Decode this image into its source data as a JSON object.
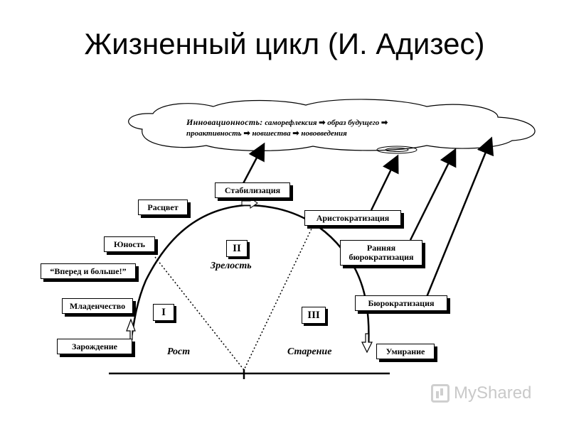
{
  "title": "Жизненный цикл (И. Адизес)",
  "cloud": {
    "heading": "Инновационность:",
    "line1_items": [
      "саморефлексия",
      "образ будущего"
    ],
    "line2_items": [
      "проактивность",
      "новшества",
      "нововведения"
    ],
    "arrow_glyph": "➡"
  },
  "stages_left": [
    {
      "id": "birth",
      "label": "Зарождение"
    },
    {
      "id": "infancy",
      "label": "Младенчество"
    },
    {
      "id": "go-go",
      "label": "“Вперед и больше!”"
    },
    {
      "id": "youth",
      "label": "Юность"
    },
    {
      "id": "prime",
      "label": "Расцвет"
    }
  ],
  "stage_top": {
    "id": "stability",
    "label": "Стабилизация"
  },
  "stages_right": [
    {
      "id": "aristocracy",
      "label": "Аристократизация"
    },
    {
      "id": "early-bureaucracy",
      "label": "Ранняя бюрократизация"
    },
    {
      "id": "bureaucracy",
      "label": "Бюрократизация"
    },
    {
      "id": "death",
      "label": "Умирание"
    }
  ],
  "phases": [
    {
      "numeral": "I",
      "label": "Рост"
    },
    {
      "numeral": "II",
      "label": "Зрелость"
    },
    {
      "numeral": "III",
      "label": "Старение"
    }
  ],
  "watermark": "MyShared"
}
